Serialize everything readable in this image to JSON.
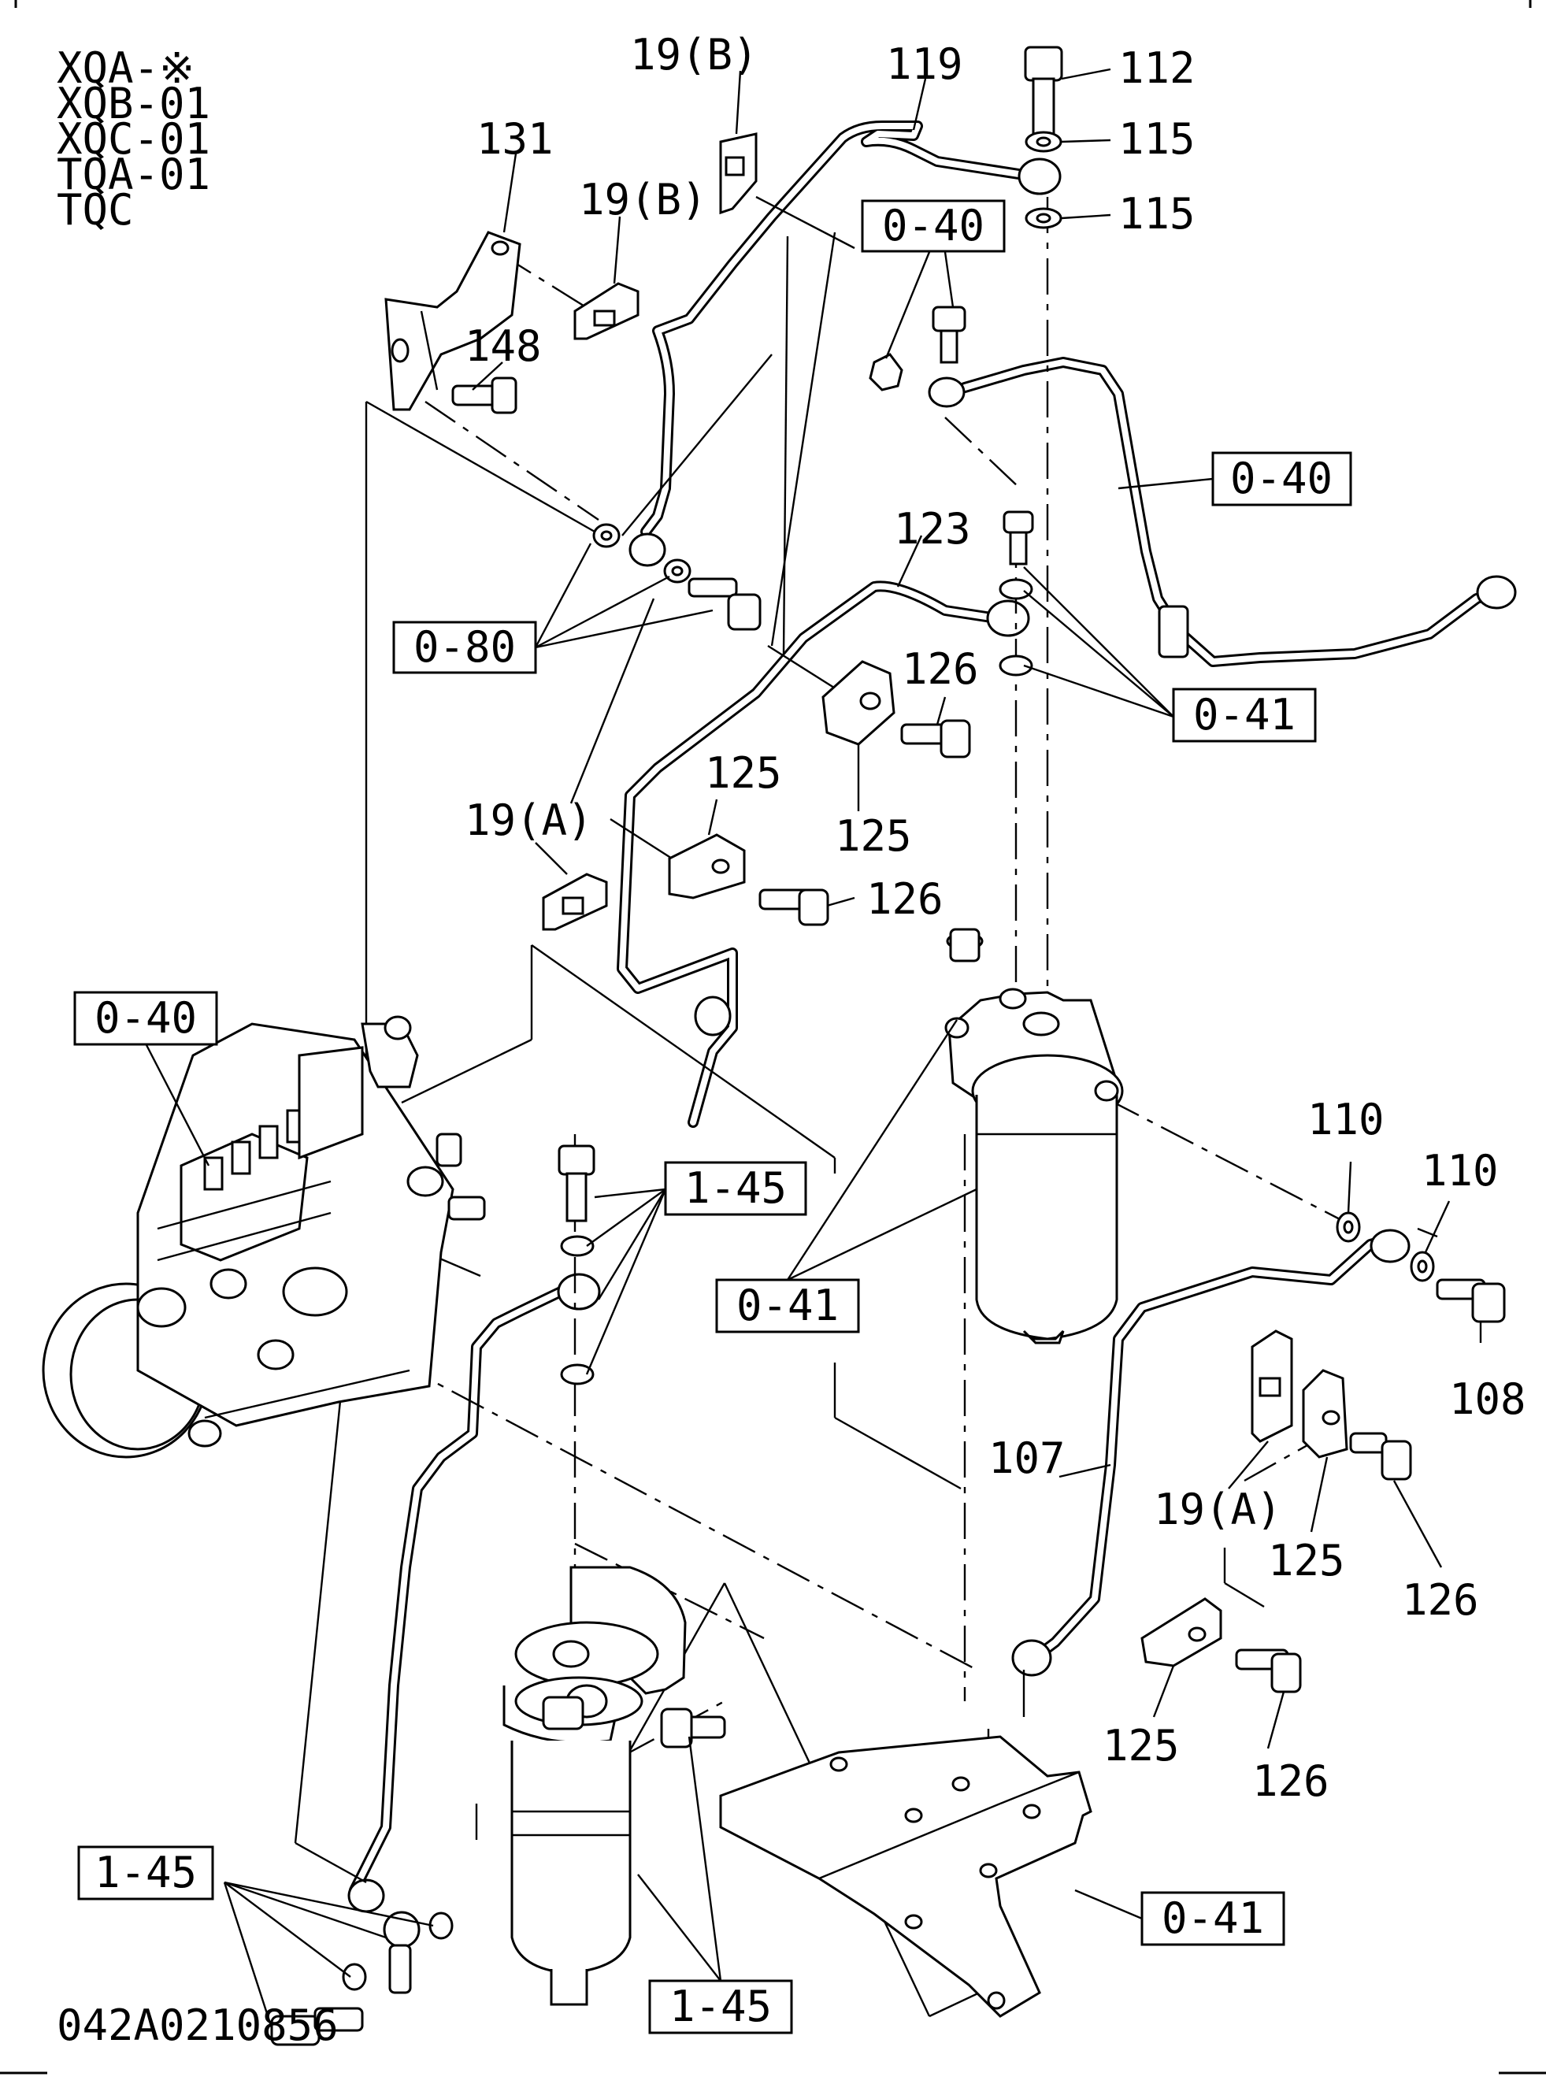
{
  "models": [
    "XQA-※",
    "XQB-01",
    "XQC-01",
    "TQA-01",
    "TQC"
  ],
  "drawing_number": "042A0210856",
  "callouts": {
    "p19B_top": "19(B)",
    "p119": "119",
    "p112": "112",
    "p115_a": "115",
    "p115_b": "115",
    "p131": "131",
    "p19B_mid": "19(B)",
    "p148": "148",
    "p123": "123",
    "p126_a": "126",
    "p125_a": "125",
    "p125_b": "125",
    "p19A_a": "19(A)",
    "p126_b": "126",
    "p110_a": "110",
    "p110_b": "110",
    "p108": "108",
    "p107": "107",
    "p19A_b": "19(A)",
    "p125_c": "125",
    "p126_c": "126",
    "p125_d": "125",
    "p126_d": "126"
  },
  "ref_boxes": {
    "r040_top": "0-40",
    "r040_right": "0-40",
    "r080": "0-80",
    "r041_right": "0-41",
    "r040_left": "0-40",
    "r145_mid": "1-45",
    "r041_mid": "0-41",
    "r145_left": "1-45",
    "r041_bottom": "0-41",
    "r145_bottom": "1-45"
  }
}
